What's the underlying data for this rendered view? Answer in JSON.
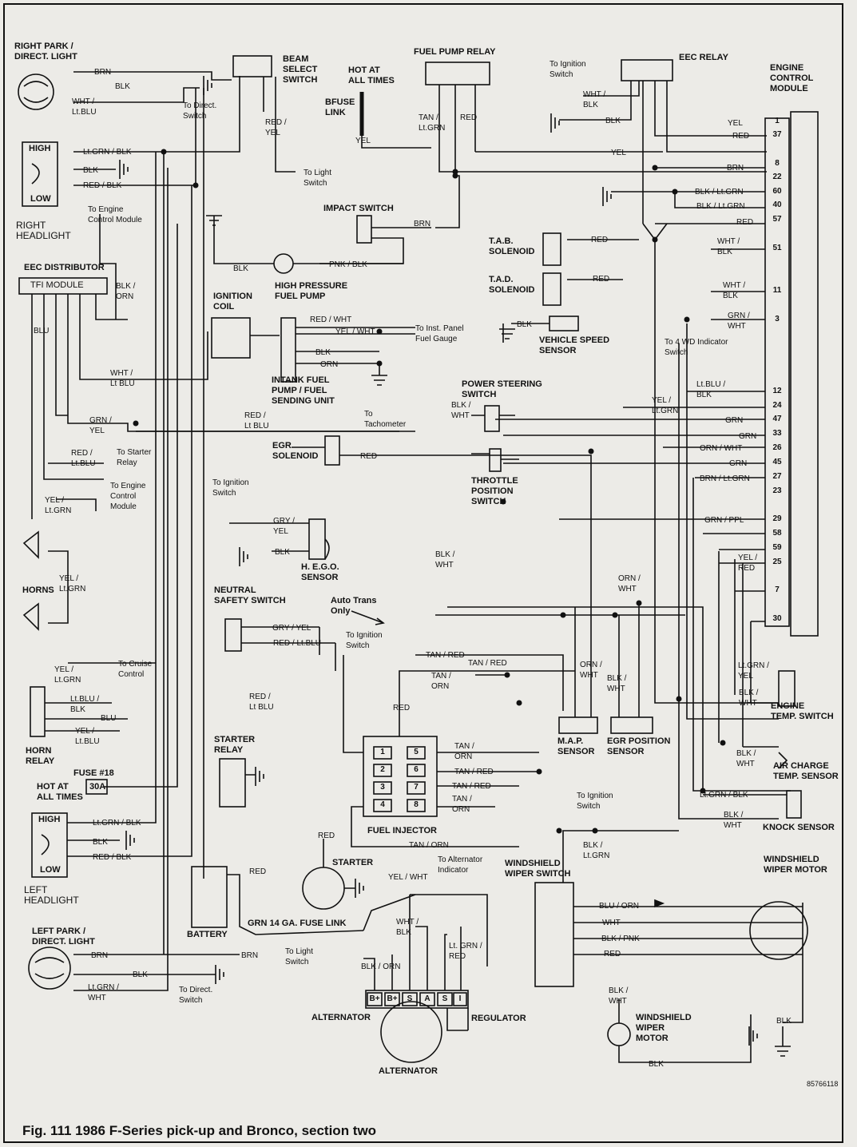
{
  "caption": "Fig. 111 1986 F-Series pick-up and Bronco, section two",
  "doc_number": "85766118",
  "components": {
    "right_park": "RIGHT PARK /\nDIRECT. LIGHT",
    "beam_select": "BEAM\nSELECT\nSWITCH",
    "hot_at_all_times": "HOT AT\nALL TIMES",
    "bfuse_link": "BFUSE\nLINK",
    "fuel_pump_relay": "FUEL PUMP RELAY",
    "eec_relay": "EEC RELAY",
    "ecm": "ENGINE\nCONTROL\nMODULE",
    "right_headlight": "RIGHT\nHEADLIGHT",
    "eec_distributor": "EEC DISTRIBUTOR",
    "tfi_module": "TFI MODULE",
    "ignition_coil": "IGNITION\nCOIL",
    "high_pressure_pump": "HIGH PRESSURE\nFUEL PUMP",
    "impact_switch": "IMPACT SWITCH",
    "tab_solenoid": "T.A.B.\nSOLENOID",
    "tad_solenoid": "T.A.D.\nSOLENOID",
    "vss": "VEHICLE SPEED\nSENSOR",
    "intank": "INTANK FUEL\nPUMP / FUEL\nSENDING UNIT",
    "ps_switch": "POWER STEERING\nSWITCH",
    "egr_solenoid": "EGR\nSOLENOID",
    "tps": "THROTTLE\nPOSITION\nSWITCH",
    "hego": "H. E.G.O.\nSENSOR",
    "horns": "HORNS",
    "neutral_safety": "NEUTRAL\nSAFETY SWITCH",
    "auto_trans": "Auto Trans\nOnly",
    "horn_relay": "HORN\nRELAY",
    "fuse18": "FUSE #18",
    "fuse18_val": "30A",
    "starter_relay": "STARTER\nRELAY",
    "fuel_injector": "FUEL INJECTOR",
    "map_sensor": "M.A.P.\nSENSOR",
    "egr_position": "EGR POSITION\nSENSOR",
    "engine_temp": "ENGINE\nTEMP. SWITCH",
    "air_charge": "AIR CHARGE\nTEMP. SENSOR",
    "knock": "KNOCK SENSOR",
    "left_headlight": "LEFT\nHEADLIGHT",
    "starter": "STARTER",
    "battery": "BATTERY",
    "fuse_link": "GRN 14 GA. FUSE LINK",
    "left_park": "LEFT PARK /\nDIRECT. LIGHT",
    "wiper_switch": "WINDSHIELD\nWIPER SWITCH",
    "wiper_motor_top": "WINDSHIELD\nWIPER MOTOR",
    "wiper_motor": "WINDSHIELD\nWIPER\nMOTOR",
    "alternator_lbl": "ALTERNATOR",
    "alternator": "ALTERNATOR",
    "regulator": "REGULATOR",
    "high": "HIGH",
    "low": "LOW"
  },
  "notes": {
    "to_direct_switch": "To Direct.\nSwitch",
    "to_light_switch": "To Light\nSwitch",
    "to_ignition_switch": "To Ignition\nSwitch",
    "to_ecm": "To Engine\nControl Module",
    "to_ecm2": "To Engine\nControl\nModule",
    "to_inst_panel": "To Inst. Panel\nFuel Gauge",
    "to_tach": "To\nTachometer",
    "to_starter_relay": "To Starter\nRelay",
    "to_4wd": "To 4 WD Indicator\nSwitch",
    "to_cruise": "To Cruise\nControl",
    "to_alt_ind": "To Alternator\nIndicator",
    "to_light_switch2": "To Light\nSwitch",
    "to_direct_switch2": "To Direct.\nSwitch",
    "to_ign_switch2": "To Ignition\nSwitch",
    "to_ign_switch3": "To Ignition\nSwitch",
    "to_ign_switch4": "To Ignition\nSwitch"
  },
  "wires": {
    "brn": "BRN",
    "blk": "BLK",
    "wht_ltblu": "WHT /\nLt.BLU",
    "ltgrn_blk": "Lt.GRN / BLK",
    "red_blk": "RED / BLK",
    "red_yel": "RED /\nYEL",
    "yel": "YEL",
    "tan_ltgrn": "TAN /\nLt.GRN",
    "red": "RED",
    "wht_blk": "WHT /\nBLK",
    "blk_orn": "BLK /\nORN",
    "blu": "BLU",
    "pnk_blk": "PNK / BLK",
    "red_wht": "RED / WHT",
    "yel_wht": "YEL / WHT",
    "orn": "ORN",
    "wht_ltblu2": "WHT /\nLt BLU",
    "grn_yel": "GRN /\nYEL",
    "red_ltblu": "RED /\nLt BLU",
    "red_ltblu2": "RED /\nLt.BLU",
    "yel_ltgrn": "YEL /\nLt.GRN",
    "gry_yel": "GRY /\nYEL",
    "gry_yel2": "GRY / YEL",
    "red_ltblu3": "RED / Lt.BLU",
    "tan_red": "TAN / RED",
    "tan_orn": "TAN /\nORN",
    "ltblu_blk": "Lt.BLU /\nBLK",
    "yel_ltblu": "YEL /\nLt.BLU",
    "ltgrn_wht": "Lt.GRN /\nWHT",
    "grn_14": "BRN",
    "blk_wht": "BLK /\nWHT",
    "blu_orn": "BLU / ORN",
    "wht": "WHT",
    "blk_pnk": "BLK / PNK",
    "blk_ltgrn": "BLK /\nLt.GRN",
    "ltgrn_red": "Lt. GRN /\nRED",
    "blk_orn2": "BLK / ORN",
    "grn_wht": "GRN /\nWHT",
    "grn": "GRN",
    "orn_wht": "ORN / WHT",
    "brn_ltgrn": "BRN / Lt.GRN",
    "grn_ppl": "GRN / PPL",
    "yel_red": "YEL /\nRED",
    "orn_wht2": "ORN /\nWHT",
    "ltgrn_yel": "Lt.GRN /\nYEL",
    "ltblu_blk2": "Lt.BLU /\nBLK",
    "yel_ltgrn2": "YEL /\nLt.GRN",
    "blk_ltgrn2": "BLK / Lt.GRN",
    "blk_ltgrn3": "BLK / Lt.GRN",
    "wht_blk2": "WHT /\nBLK",
    "red_pnk": "RED / WHT"
  },
  "ecm_pins": [
    "1",
    "37",
    "8",
    "22",
    "60",
    "40",
    "57",
    "51",
    "11",
    "3",
    "12",
    "24",
    "47",
    "33",
    "26",
    "45",
    "27",
    "23",
    "29",
    "58",
    "59",
    "25",
    "7",
    "30"
  ],
  "injector_pins": [
    "1",
    "5",
    "2",
    "6",
    "3",
    "7",
    "4",
    "8"
  ],
  "alt_terminals": [
    "B+",
    "B+",
    "S",
    "A",
    "S",
    "I"
  ]
}
